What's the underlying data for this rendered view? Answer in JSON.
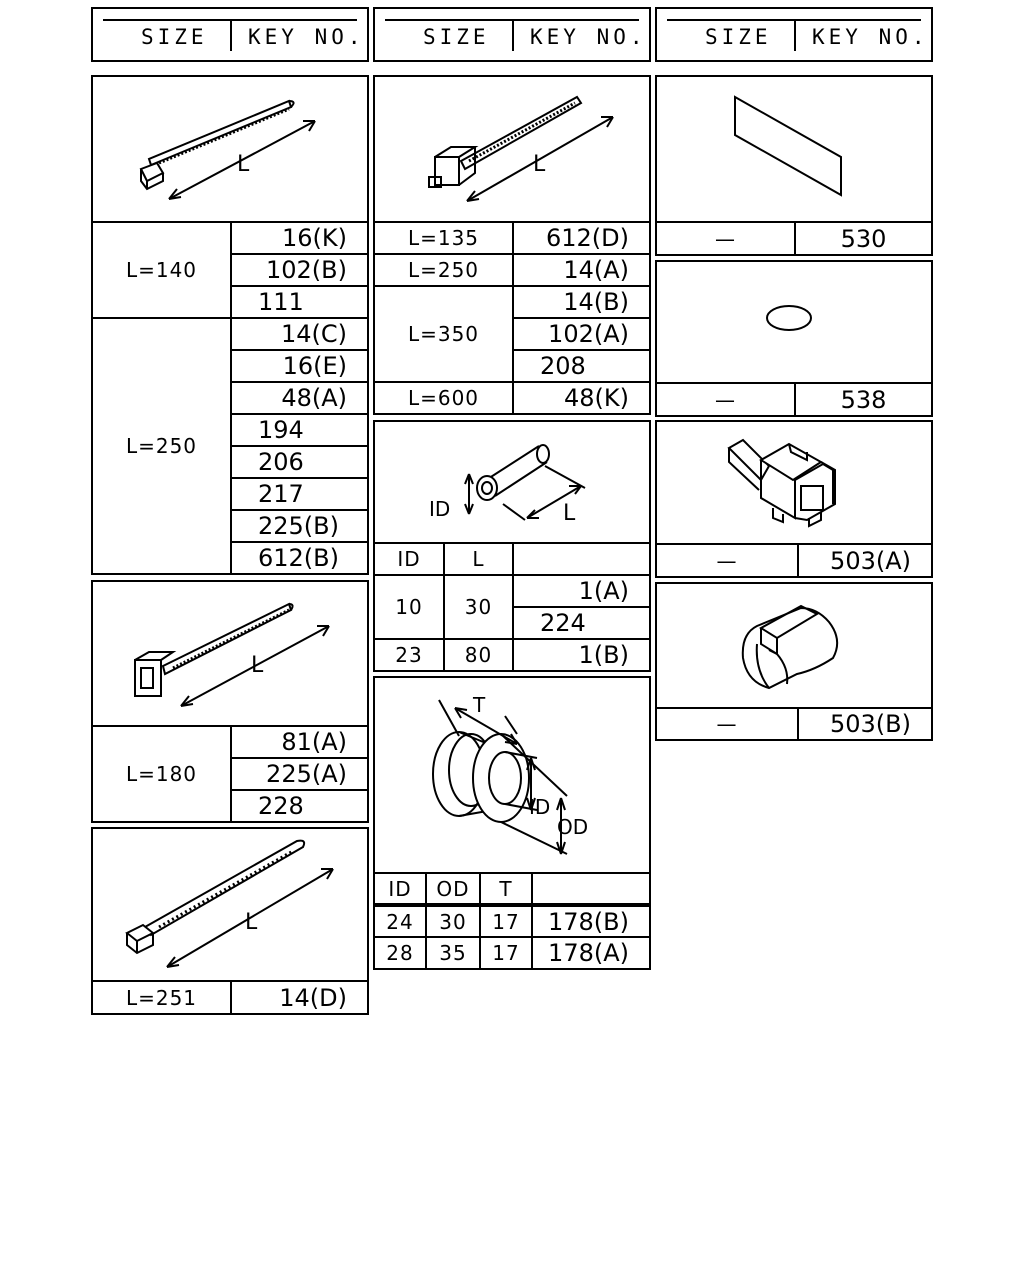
{
  "headers": [
    {
      "size": "SIZE",
      "key": "KEY NO."
    },
    {
      "size": "SIZE",
      "key": "KEY NO."
    },
    {
      "size": "SIZE",
      "key": "KEY NO."
    }
  ],
  "tie_a": {
    "dim_label": "L",
    "groups": [
      {
        "size": "L=140",
        "keys": [
          "16(K)",
          "102(B)",
          "111"
        ]
      },
      {
        "size": "L=250",
        "keys": [
          "14(C)",
          "16(E)",
          "48(A)",
          "194",
          "206",
          "217",
          "225(B)",
          "612(B)"
        ]
      }
    ]
  },
  "tie_b": {
    "dim_label": "L",
    "groups": [
      {
        "size": "L=180",
        "keys": [
          "81(A)",
          "225(A)",
          "228"
        ]
      }
    ]
  },
  "tie_c": {
    "dim_label": "L",
    "groups": [
      {
        "size": "L=251",
        "keys": [
          "14(D)"
        ]
      }
    ]
  },
  "tie_d": {
    "dim_label": "L",
    "groups": [
      {
        "size": "L=135",
        "keys": [
          "612(D)"
        ]
      },
      {
        "size": "L=250",
        "keys": [
          "14(A)"
        ]
      },
      {
        "size": "L=350",
        "keys": [
          "14(B)",
          "102(A)",
          "208"
        ]
      },
      {
        "size": "L=600",
        "keys": [
          "48(K)"
        ]
      }
    ]
  },
  "tube": {
    "dim_labels": {
      "id": "ID",
      "l": "L"
    },
    "headers": [
      "ID",
      "L",
      ""
    ],
    "rows": [
      {
        "id": "10",
        "l": "30",
        "keys": [
          "1(A)",
          "224"
        ]
      },
      {
        "id": "23",
        "l": "80",
        "keys": [
          "1(B)"
        ]
      }
    ]
  },
  "grommet": {
    "dim_labels": {
      "t": "T",
      "id": "ID",
      "od": "OD"
    },
    "headers": [
      "ID",
      "OD",
      "T",
      ""
    ],
    "rows": [
      {
        "id": "24",
        "od": "30",
        "t": "17",
        "key": "178(B)"
      },
      {
        "id": "28",
        "od": "35",
        "t": "17",
        "key": "178(A)"
      }
    ]
  },
  "pad": {
    "size": "—",
    "key": "530"
  },
  "ring": {
    "size": "—",
    "key": "538"
  },
  "connector": {
    "size": "—",
    "key": "503(A)"
  },
  "cap": {
    "size": "—",
    "key": "503(B)"
  }
}
